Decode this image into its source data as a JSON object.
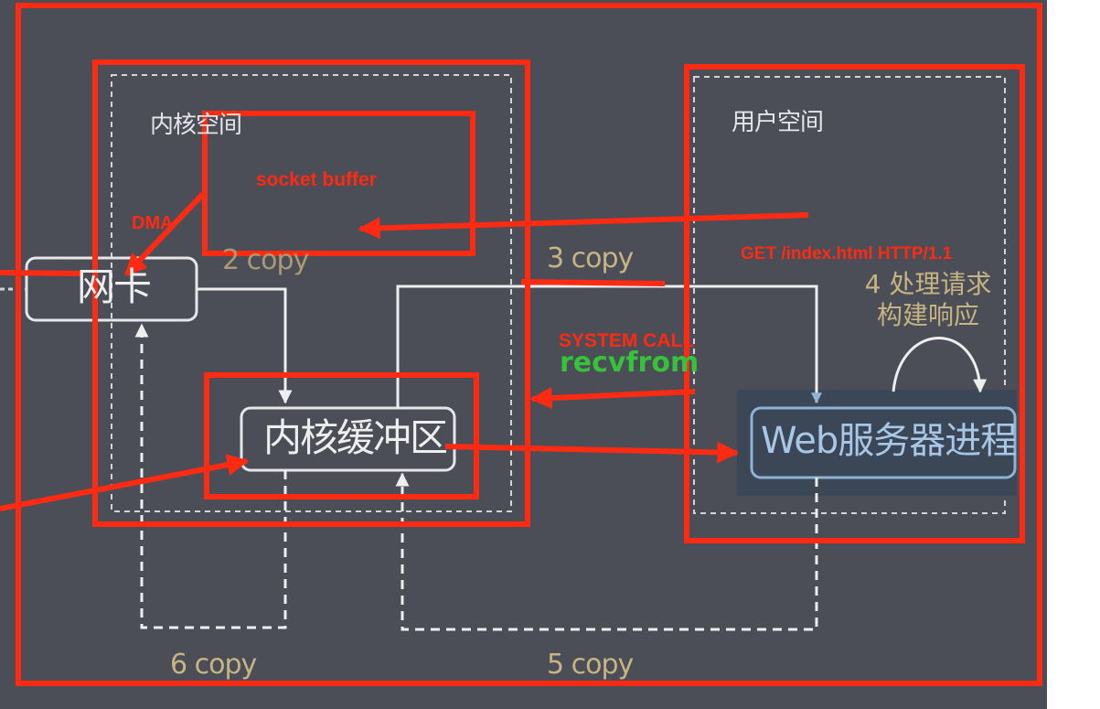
{
  "labels": {
    "kernel_space": "内核空间",
    "user_space": "用户空间",
    "nic": "网卡",
    "kernel_buffer": "内核缓冲区",
    "web_process": "Web服务器进程",
    "copy_2": "2 copy",
    "copy_3": "3 copy",
    "copy_5": "5 copy",
    "copy_6": "6 copy",
    "step_4_line1": "4 处理请求",
    "step_4_line2": "构建响应"
  },
  "annotations": {
    "socket_buffer": "socket buffer",
    "dma": "DMA",
    "get_request": "GET /index.html  HTTP/1.1",
    "system_call": "SYSTEM CALL",
    "recvfrom": "recvfrom"
  },
  "colors": {
    "background": "#4b4d57",
    "annotation_red": "#ff2a12",
    "annotation_green": "#36c23a",
    "copy_label": "#c7b483",
    "web_box": "#a8c7e6"
  }
}
